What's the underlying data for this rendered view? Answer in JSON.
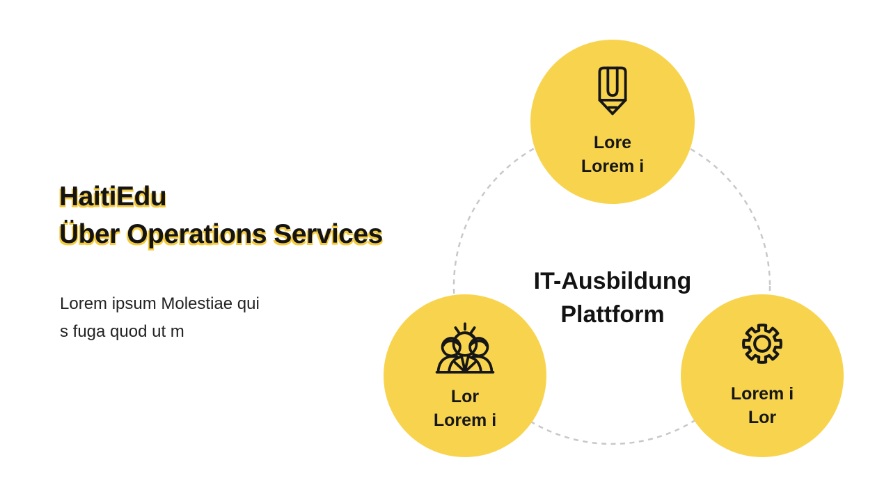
{
  "slide": {
    "title_line1": "HaitiEdu",
    "title_line2": "Über Operations Services",
    "description_line1": "Lorem ipsum Molestiae qui",
    "description_line2": "s fuga quod ut m"
  },
  "diagram": {
    "center_label_line1": "IT-Ausbildung",
    "center_label_line2": "Plattform",
    "nodes": [
      {
        "icon": "pencil-icon",
        "label_line1": "Lore",
        "label_line2": "Lorem i"
      },
      {
        "icon": "team-icon",
        "label_line1": "Lor",
        "label_line2": "Lorem i"
      },
      {
        "icon": "gear-icon",
        "label_line1": "Lorem i",
        "label_line2": "Lor"
      }
    ]
  },
  "colors": {
    "circle_yellow": "#F8D44E",
    "title_shadow_yellow": "#F5CB3E",
    "dashed_ring_gray": "#C8C8C9",
    "icon_black": "#161616",
    "text_black": "#141414",
    "background": "#FFFFFF"
  }
}
